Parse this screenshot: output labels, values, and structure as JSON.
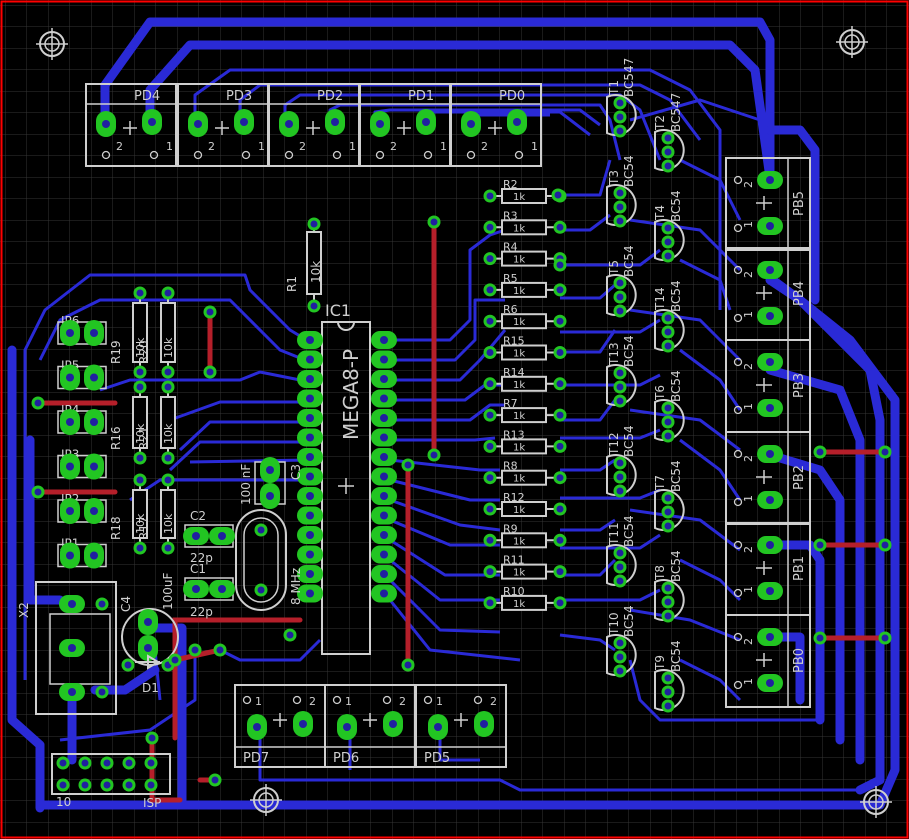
{
  "colors": {
    "background": "#000000",
    "grid": "#3a3a3a",
    "outline": "#ff0000",
    "bottom_trace": "#2a2ad6",
    "top_trace": "#b51f2a",
    "silkscreen": "#cfcfcf",
    "pad_ring": "#22c522",
    "hole": "#2020a0"
  },
  "connectors": {
    "top": [
      "PD4",
      "PD3",
      "PD2",
      "PD1",
      "PD0"
    ],
    "right": [
      "PB5",
      "PB4",
      "PB3",
      "PB2",
      "PB1",
      "PB0"
    ],
    "bottom": [
      "PD7",
      "PD6",
      "PD5"
    ],
    "pin_numbers": {
      "one": "1",
      "two": "2"
    }
  },
  "ic": {
    "ref": "IC1",
    "value": "MEGA8-P"
  },
  "r1": {
    "ref": "R1",
    "value": "10k"
  },
  "resistors": [
    {
      "ref": "R2",
      "value": "1k"
    },
    {
      "ref": "R3",
      "value": "1k"
    },
    {
      "ref": "R4",
      "value": "1k"
    },
    {
      "ref": "R5",
      "value": "1k"
    },
    {
      "ref": "R6",
      "value": "1k"
    },
    {
      "ref": "R15",
      "value": "1k"
    },
    {
      "ref": "R14",
      "value": "1k"
    },
    {
      "ref": "R7",
      "value": "1k"
    },
    {
      "ref": "R13",
      "value": "1k"
    },
    {
      "ref": "R8",
      "value": "1k"
    },
    {
      "ref": "R12",
      "value": "1k"
    },
    {
      "ref": "R9",
      "value": "1k"
    },
    {
      "ref": "R11",
      "value": "1k"
    },
    {
      "ref": "R10",
      "value": "1k"
    }
  ],
  "transistors": {
    "value": "BC547",
    "short_value": "BC54",
    "left_column": [
      "T1",
      "T3",
      "T5",
      "T13",
      "T12",
      "T11",
      "T10"
    ],
    "right_column": [
      "T2",
      "T4",
      "T14",
      "T6",
      "T7",
      "T8",
      "T9"
    ]
  },
  "jumpers": [
    "JP6",
    "JP5",
    "JP4",
    "JP3",
    "JP2",
    "JP1"
  ],
  "left_resistors": {
    "top": [
      {
        "ref": "R19",
        "value": "10k"
      },
      {
        "ref": "R20",
        "value": "10k"
      }
    ],
    "middle": [
      {
        "ref": "R16",
        "value": "10k"
      },
      {
        "ref": "R21",
        "value": "10k"
      }
    ],
    "bottom": [
      {
        "ref": "R18",
        "value": "10k"
      },
      {
        "ref": "R17",
        "value": "10k"
      }
    ]
  },
  "capacitors": {
    "c2": {
      "ref": "C2",
      "value": "22p"
    },
    "c1": {
      "ref": "C1",
      "value": "22p"
    },
    "c3": {
      "ref": "C3",
      "value": "100 nF"
    },
    "c4": {
      "ref": "C4",
      "value": "100uF"
    }
  },
  "crystal": {
    "value": "8 MHz"
  },
  "diode": {
    "ref": "D1"
  },
  "power": {
    "ref": "X2"
  },
  "isp": {
    "ref": "ISP",
    "pin_label": "10"
  }
}
